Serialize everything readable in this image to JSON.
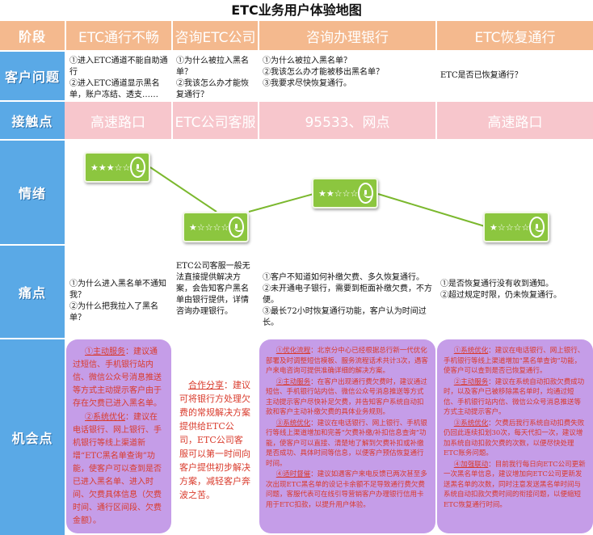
{
  "title": "ETC业务用户体验地图",
  "rows": {
    "stage": "阶段",
    "problem": "客户问题",
    "touchpoint": "接触点",
    "emotion": "情绪",
    "pain": "痛点",
    "opportunity": "机会点"
  },
  "stages": [
    "ETC通行不畅",
    "咨询ETC公司",
    "咨询办理银行",
    "ETC恢复通行"
  ],
  "problems": [
    [
      "①进入ETC通道不能自助通行",
      "②进入ETC通道显示黑名单，账户冻结、透支……"
    ],
    [
      "①为什么被拉入黑名单？",
      "②我该怎么办才能恢复通行？"
    ],
    [
      "①为什么被拉入黑名单？",
      "②我该怎么办才能被移出黑名单？",
      "③我要求尽快恢复通行。"
    ],
    [
      "ETC是否已恢复通行？"
    ]
  ],
  "touchpoints": [
    "高速路口",
    "ETC公司客服",
    "95533、网点",
    "高速路口"
  ],
  "emotions": [
    {
      "stars": "★★★☆☆",
      "score": 3
    },
    {
      "stars": "★☆☆☆☆",
      "score": 1
    },
    {
      "stars": "★★☆☆☆",
      "score": 2
    },
    {
      "stars": "★☆☆☆☆",
      "score": 1
    }
  ],
  "pains": [
    [
      "①为什么进入黑名单不通知我？",
      "②为什么把我拉入了黑名单？"
    ],
    [
      "ETC公司客服一般无法直接提供解决方案，会告知客户黑名单由银行提供，详情咨询办理银行。"
    ],
    [
      "①客户不知道如何补缴欠费、多久恢复通行。",
      "②未开通电子银行，需要到柜面补缴欠费，不方便。",
      "③最长72小时恢复通行功能，客户认为时间过长。"
    ],
    [
      "①是否恢复通行没有收到通知。",
      "②超过规定时限，仍未恢复通行。"
    ]
  ],
  "opportunities": [
    [
      {
        "label": "①主动服务",
        "text": "：建议通过短信、手机银行站内信、微信公众号消息推送等方式主动提示客户由于存在欠费已进入黑名单。"
      },
      {
        "label": "②系统优化",
        "text": "：建议在电话银行、网上银行、手机银行等线上渠道新增“ETC黑名单查询”功能，使客户可以查到是否已进入黑名单、进入时间、欠费具体信息（欠费时间、通行区间段、欠费金额）。"
      }
    ],
    [
      {
        "label": "合作分享",
        "text": "：建议可将银行方处理欠费的常规解决方案提供给ETC公司，ETC公司客服可以第一时间向客户提供初步解决方案，减轻客户奔波之苦。"
      }
    ],
    [
      {
        "label": "①优化流程",
        "text": "：北京分中心已经根据总行新一代优化部署及时调整短信模板、服务流程话术共计3次，遇客户来电咨询可提供准确详细的解决方案。"
      },
      {
        "label": "②主动服务",
        "text": "：在客户出现通行费欠费时，建议通过短信、手机银行站内信、微信公众号消息推送等方式主动提示客户尽快补足欠费，并告知客户系统自动扣款和客户主动补缴欠费的具体业务规则。"
      },
      {
        "label": "③系统优化",
        "text": "：建议在电话银行、网上银行、手机银行等线上渠道增加和完善“欠费补缴/补扣信息查询”功能，使客户可以直接、清楚地了解到欠费补扣或补缴是否成功、具体时间等信息，以便客户预估恢复通行时间。"
      },
      {
        "label": "④适时督催",
        "text": "：建议如遇客户来电反馈已两次甚至多次出现ETC黑名单的设记卡余额不足导致通行费欠费问题，客服代表可在线引导营销客户办理银行信用卡用于ETC扣款，以提升用户体验。"
      }
    ],
    [
      {
        "label": "①系统优化",
        "text": "：建议在电话银行、网上银行、手机银行等线上渠道增加“黑名单查询”功能，使客户可以查到是否已恢复通行。"
      },
      {
        "label": "②主动服务",
        "text": "：建议在系统自动扣款欠费成功时，以及客户已被移除黑名单时，均通过短信、手机银行站内信、微信公众号消息推送等方式主动提示客户。"
      },
      {
        "label": "③系统优化",
        "text": "：欠费后我行系统自动扣费失败仍回此连续扣划30次，每天代扣一次，建议增加系统自动扣款欠费的次数，以便尽快处理ETC账务问题。"
      },
      {
        "label": "④加强联动",
        "text": "：目前我行每日向ETC公司更新一次黑名单信息，建议增加向ETC公司更新发送黑名单的次数，同时注意发送黑名单时间与系统自动扣款欠费时间的衔接问题，以便缩短ETC恢复通行时间。"
      }
    ]
  ],
  "colors": {
    "header": "#f4b98e",
    "label": "#5aa9e6",
    "touch": "#f7c6cc",
    "emotion_box": "#8cc63f",
    "opportunity": "#c59de8",
    "opportunity_text": "#d93a2b"
  }
}
